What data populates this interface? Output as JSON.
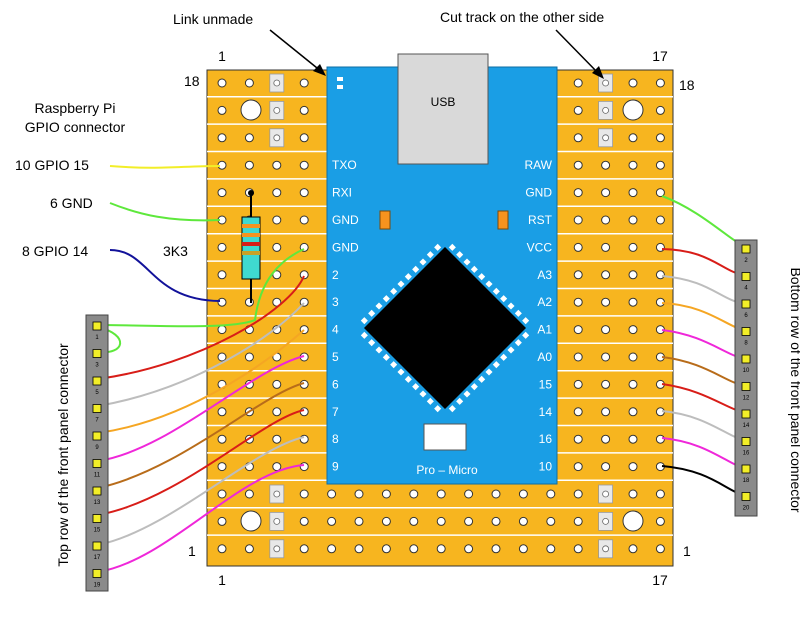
{
  "annotations": {
    "link_unmade": "Link unmade",
    "cut_track": "Cut track on the other side",
    "rpi_title_1": "Raspberry Pi",
    "rpi_title_2": "GPIO connector",
    "gpio15": "10 GPIO 15",
    "gnd": "6 GND",
    "gpio14": "8 GPIO 14",
    "resistor": "3K3",
    "top_row": "Top row of the front panel connector",
    "bottom_row": "Bottom row of the front panel connector"
  },
  "board": {
    "col_start": "1",
    "col_end": "17",
    "row_start": "1",
    "row_end": "18"
  },
  "module": {
    "usb": "USB",
    "name": "Pro – Micro",
    "left_pins": [
      "TXO",
      "RXI",
      "GND",
      "GND",
      "2",
      "3",
      "4",
      "5",
      "6",
      "7",
      "8",
      "9"
    ],
    "right_pins": [
      "RAW",
      "GND",
      "RST",
      "VCC",
      "A3",
      "A2",
      "A1",
      "A0",
      "15",
      "14",
      "16",
      "10"
    ]
  },
  "connectors": {
    "top_numbers": [
      "1",
      "3",
      "5",
      "7",
      "9",
      "11",
      "13",
      "15",
      "17",
      "19"
    ],
    "bottom_numbers": [
      "2",
      "4",
      "6",
      "8",
      "10",
      "12",
      "14",
      "16",
      "18",
      "20"
    ]
  },
  "colors": {
    "board": "#f7b51f",
    "module": "#1a9ee5",
    "gpio15_wire": "#f2ee28",
    "gnd_wire": "#5ee83c",
    "gpio14_wire": "#12129a",
    "red_wire": "#d81d18",
    "gray_wire": "#bdbdbd",
    "orange_wire": "#f5a623",
    "magenta_wire": "#ef27d9",
    "brown_wire": "#b86c1a"
  }
}
